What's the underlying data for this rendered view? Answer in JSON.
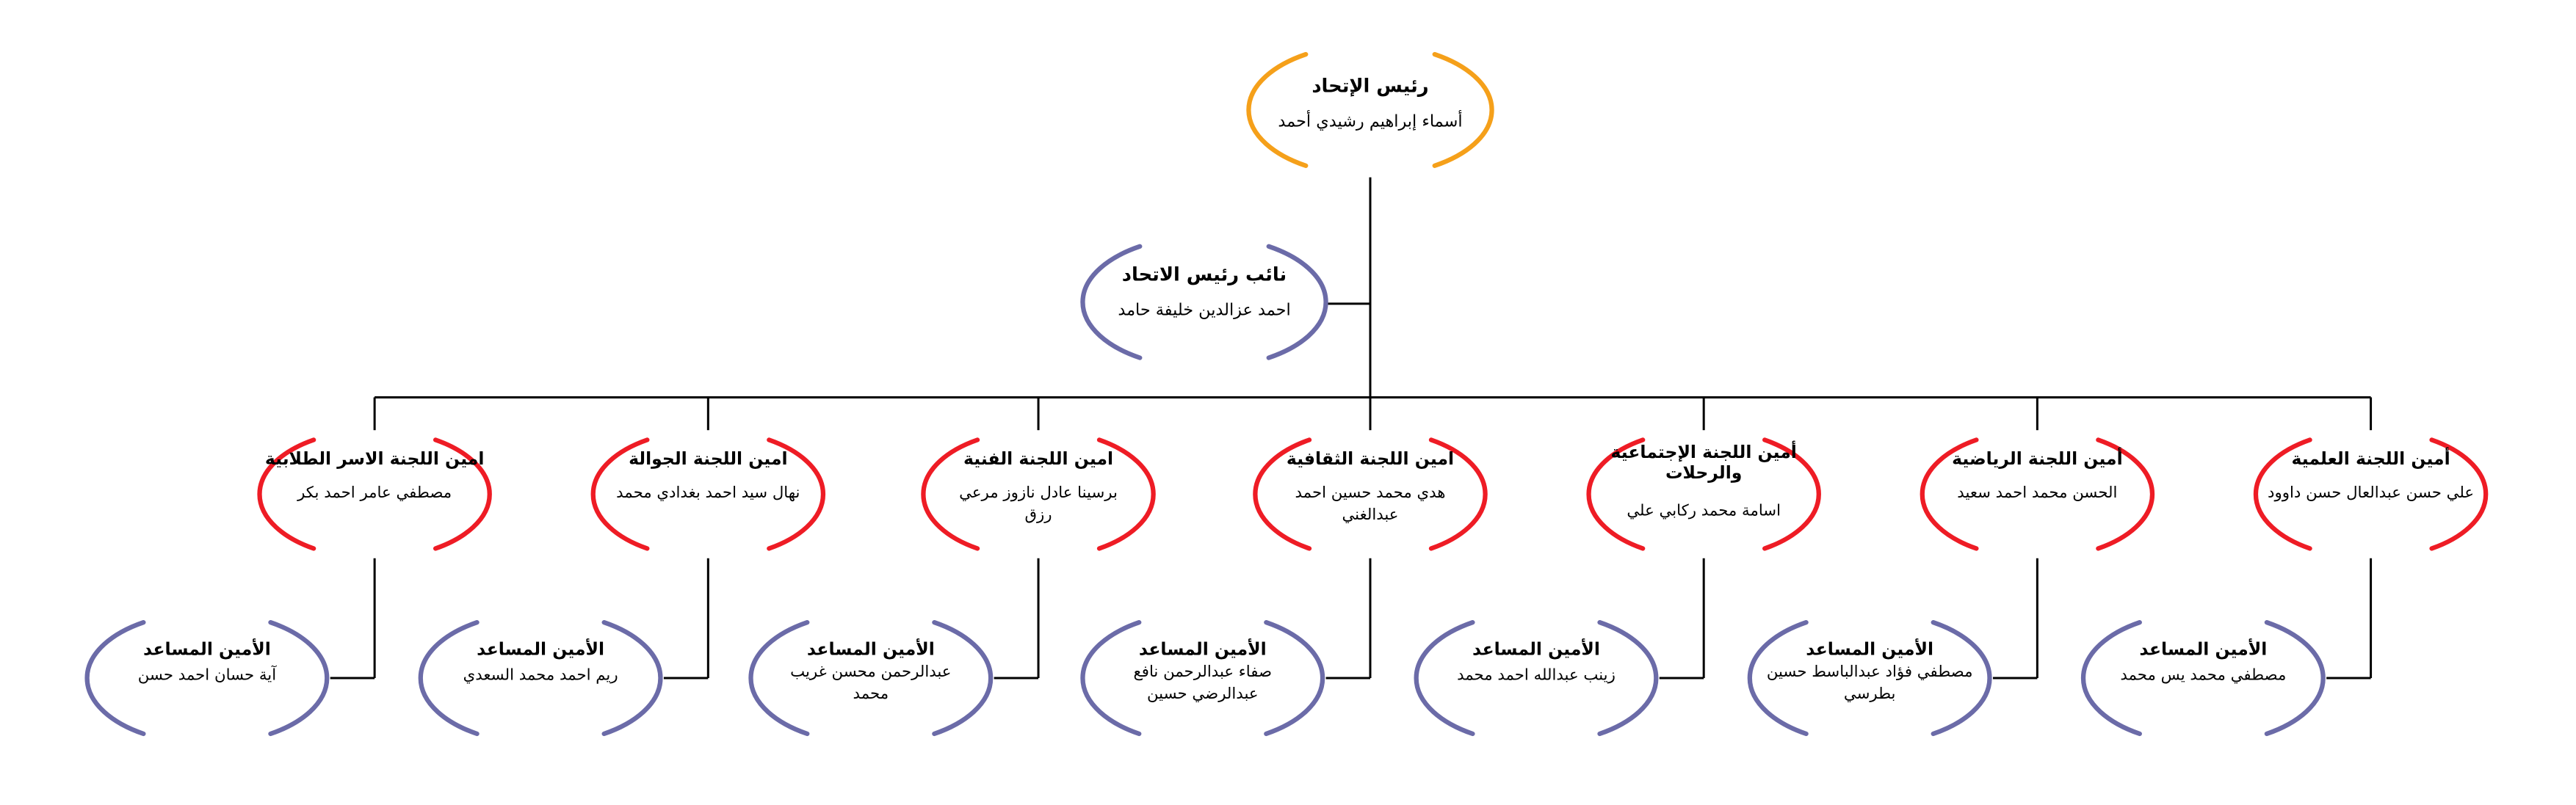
{
  "colors": {
    "president": "#F5A01A",
    "vice": "#6B6BA8",
    "committee": "#EE1C25",
    "assistant": "#6B6BA8",
    "connector": "#000000"
  },
  "president": {
    "title": "رئيس الإتحاد",
    "name": [
      "أسماء إبراهيم رشيدي أحمد"
    ]
  },
  "vice": {
    "title": "نائب رئيس الاتحاد",
    "name": [
      "احمد عزالدين خليفة حامد"
    ]
  },
  "committees": [
    {
      "title": [
        "أمين اللجنة العلمية"
      ],
      "name": [
        "علي حسن عبدالعال حسن داوود"
      ],
      "assistant": {
        "title": "الأمين المساعد",
        "name": [
          "مصطفي محمد يس محمد"
        ]
      }
    },
    {
      "title": [
        "أمين اللجنة الرياضية"
      ],
      "name": [
        "الحسن محمد احمد سعيد"
      ],
      "assistant": {
        "title": "الأمين المساعد",
        "name": [
          "مصطفي فؤاد عبدالباسط حسين",
          "بطرسي"
        ]
      }
    },
    {
      "title": [
        "أمين اللجنة الإجتماعية",
        "والرحلات"
      ],
      "name": [
        "اسامة محمد ركابي علي"
      ],
      "assistant": {
        "title": "الأمين المساعد",
        "name": [
          "زينب عبدالله احمد محمد"
        ]
      }
    },
    {
      "title": [
        "امين اللجنة الثقافية"
      ],
      "name": [
        "هدي محمد حسين احمد",
        "عبدالغني"
      ],
      "assistant": {
        "title": "الأمين المساعد",
        "name": [
          "صفاء عبدالرحمن نافع",
          "عبدالرضي حسين"
        ]
      }
    },
    {
      "title": [
        "امين اللجنة الفنية"
      ],
      "name": [
        "برسينا عادل نازوز مرعي",
        "رزق"
      ],
      "assistant": {
        "title": "الأمين المساعد",
        "name": [
          "عبدالرحمن محسن غريب",
          "محمد"
        ]
      }
    },
    {
      "title": [
        "امين اللجنة الجوالة"
      ],
      "name": [
        "نهال سيد احمد بغدادي محمد"
      ],
      "assistant": {
        "title": "الأمين المساعد",
        "name": [
          "ريم احمد محمد السعدي"
        ]
      }
    },
    {
      "title": [
        "امين اللجنة الاسر الطلابية"
      ],
      "name": [
        "مصطفي عامر احمد بكر"
      ],
      "assistant": {
        "title": "الأمين المساعد",
        "name": [
          "آية حسان احمد حسن"
        ]
      }
    }
  ]
}
